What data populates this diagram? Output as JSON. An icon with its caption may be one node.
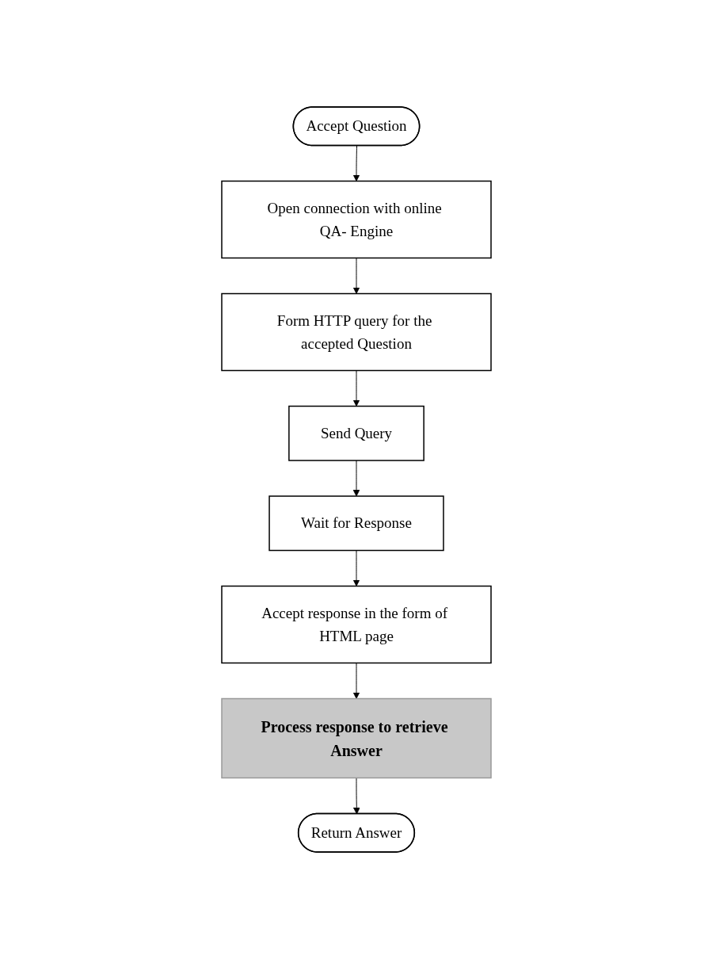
{
  "diagram": {
    "nodes": [
      {
        "text": [
          "Accept Question"
        ]
      },
      {
        "text": [
          "Open connection with online QA- Engine"
        ]
      },
      {
        "text": [
          "Form HTTP query for the accepted Question"
        ]
      },
      {
        "text": [
          "Send Query"
        ]
      },
      {
        "text": [
          "Wait for Response"
        ]
      },
      {
        "text": [
          "Accept response in the form of HTML page"
        ]
      },
      {
        "text": [
          "Process response to retrieve Answer"
        ]
      },
      {
        "text": [
          "Return Answer"
        ]
      }
    ],
    "edges": [
      {
        "from": 0,
        "to": 1,
        "arrow": "to"
      },
      {
        "from": 1,
        "to": 2,
        "arrow": "to"
      },
      {
        "from": 2,
        "to": 3,
        "arrow": "to"
      },
      {
        "from": 3,
        "to": 4,
        "arrow": "to"
      },
      {
        "from": 4,
        "to": 5,
        "arrow": "to"
      },
      {
        "from": 5,
        "to": 6,
        "arrow": "to"
      },
      {
        "from": 6,
        "to": 7,
        "arrow": "to"
      }
    ]
  }
}
